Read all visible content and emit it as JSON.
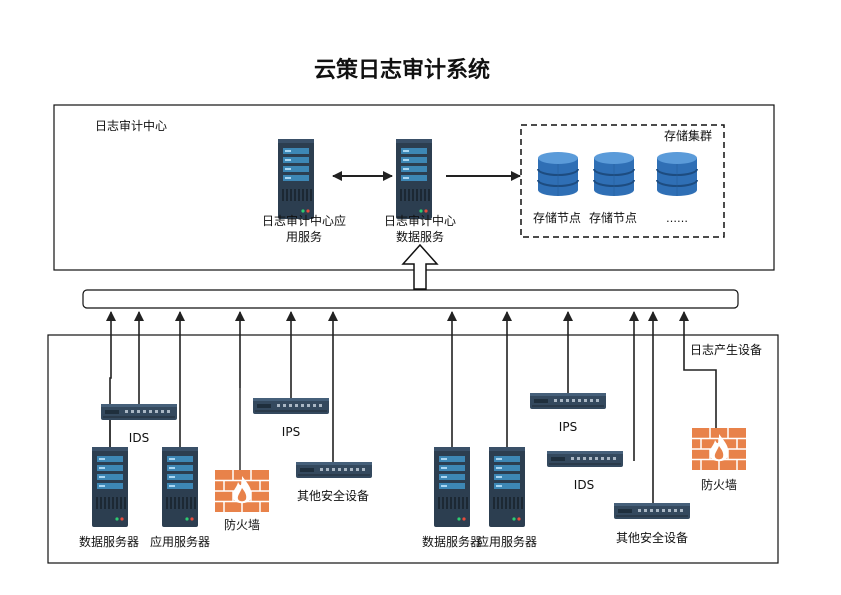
{
  "title": "云策日志审计系统",
  "center": {
    "label": "日志审计中心",
    "app_server": "日志审计中心应\n用服务",
    "data_server": "日志审计中心\n数据服务",
    "storage": {
      "label": "存储集群",
      "node1": "存储节点",
      "node2": "存储节点",
      "more": "……"
    }
  },
  "devices": {
    "label": "日志产生设备",
    "ids_left": "IDS",
    "ips_left": "IPS",
    "data_server_left": "数据服务器",
    "app_server_left": "应用服务器",
    "firewall_left": "防火墙",
    "other_left": "其他安全设备",
    "data_server_right": "数据服务器",
    "app_server_right": "应用服务器",
    "ips_right": "IPS",
    "ids_right": "IDS",
    "firewall_right": "防火墙",
    "other_right": "其他安全设备"
  },
  "colors": {
    "server_body": "#2c3e50",
    "server_slot": "#3d87b5",
    "switch_body": "#34495e",
    "db_blue": "#2f6fb5",
    "firewall": "#e8824a"
  }
}
